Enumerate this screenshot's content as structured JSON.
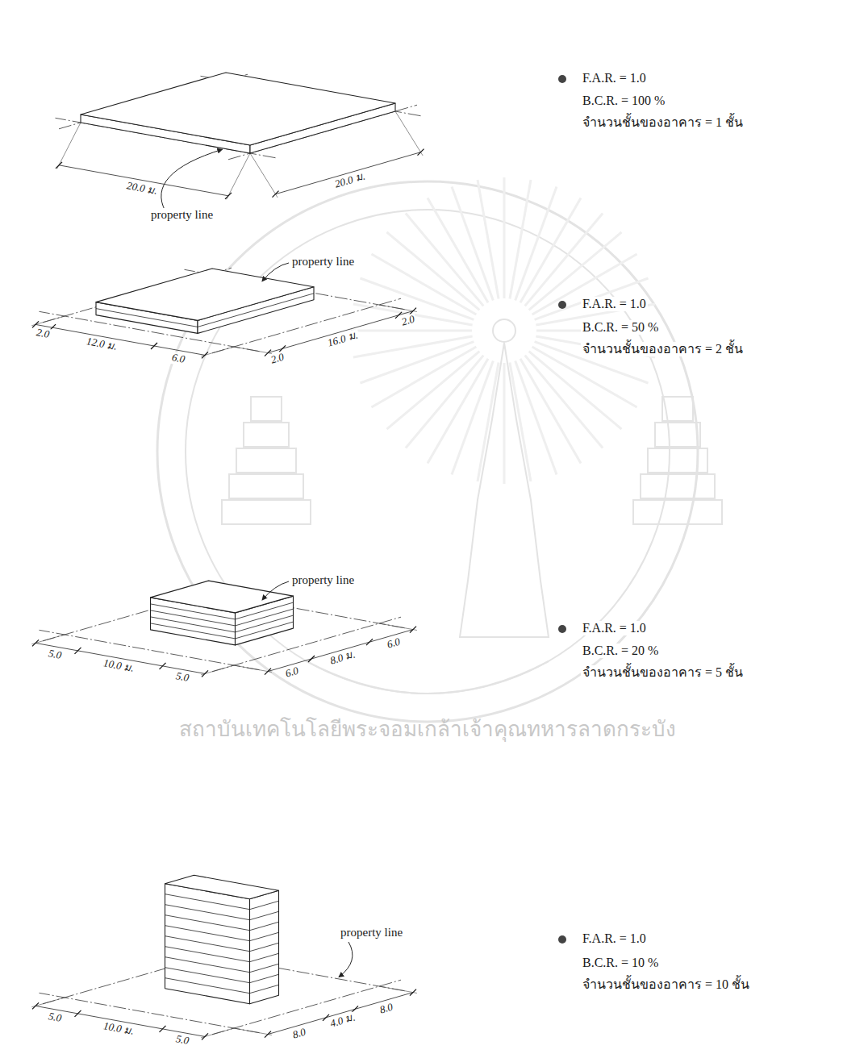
{
  "diagram": {
    "labels": [
      "20.0 ม.",
      "20.0 ม.",
      "property line",
      "F.A.R. = 1.0",
      "B.C.R. = 100 %",
      "จำนวนชั้นของอาคาร = 1 ชั้น",
      "property line",
      "2.0",
      "12.0 ม.",
      "6.0",
      "2.0",
      "16.0 ม.",
      "2.0",
      "F.A.R. = 1.0",
      "B.C.R. = 50 %",
      "จำนวนชั้นของอาคาร = 2 ชั้น",
      "property line",
      "5.0",
      "10.0 ม.",
      "5.0",
      "6.0",
      "8.0 ม.",
      "6.0",
      "F.A.R. = 1.0",
      "B.C.R. = 20 %",
      "จำนวนชั้นของอาคาร = 5 ชั้น",
      "property line",
      "5.0",
      "10.0 ม.",
      "5.0",
      "8.0",
      "4.0 ม.",
      "8.0",
      "F.A.R. = 1.0",
      "B.C.R. = 10 %",
      "จำนวนชั้นของอาคาร = 10 ชั้น",
      "สถาบันเทคโนโลยีพระจอมเกล้าเจ้าคุณทหารลาดกระบัง"
    ]
  }
}
